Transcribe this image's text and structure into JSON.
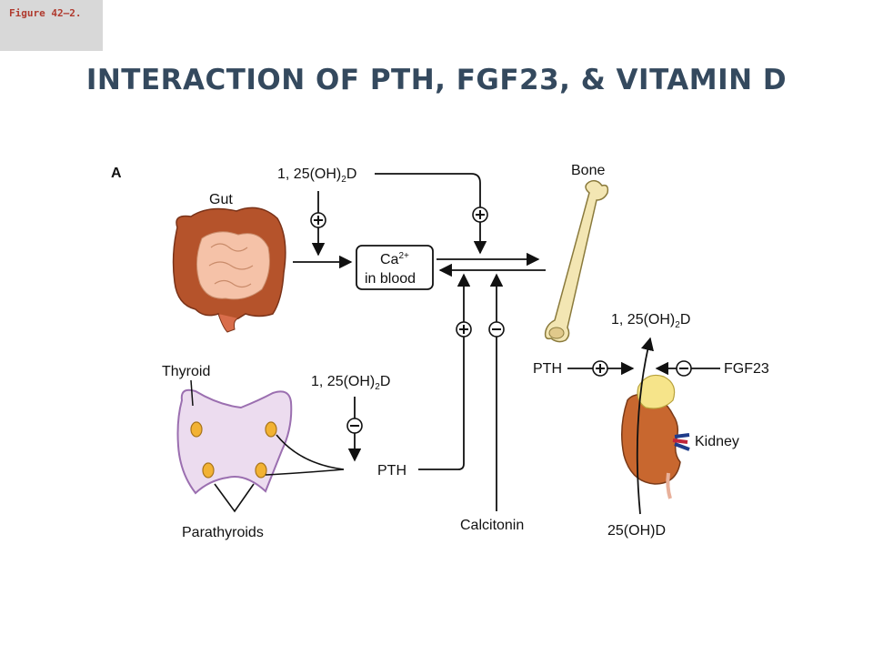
{
  "figure_tag": "Figure 42–2.",
  "title": "INTERACTION OF PTH, FGF23, & VITAMIN D",
  "diagram": {
    "panel_label": "A",
    "labels": {
      "gut": "Gut",
      "bone": "Bone",
      "thyroid": "Thyroid",
      "parathyroids": "Parathyroids",
      "kidney": "Kidney",
      "calcitonin": "Calcitonin",
      "pth_center": "PTH",
      "pth_right": "PTH",
      "fgf23": "FGF23",
      "vitd_inactive": "25(OH)D",
      "ca_box_line1": "Ca",
      "ca_box_sup": "2+",
      "ca_box_line2": "in blood",
      "vitd_prefix": "1, 25(OH)",
      "vitd_sub": "2",
      "vitd_suffix": "D"
    },
    "signs": {
      "plus": "+",
      "minus": "−"
    }
  },
  "colors": {
    "title": "#34495e",
    "figure_tag": "#b03a2e",
    "gut": "#b5532b",
    "bone": "#f3e6b3",
    "thyroid_fill": "#ecdcef",
    "thyroid_stroke": "#9b6fb0",
    "parathyroid": "#f2b233",
    "kidney": "#c8672f"
  }
}
